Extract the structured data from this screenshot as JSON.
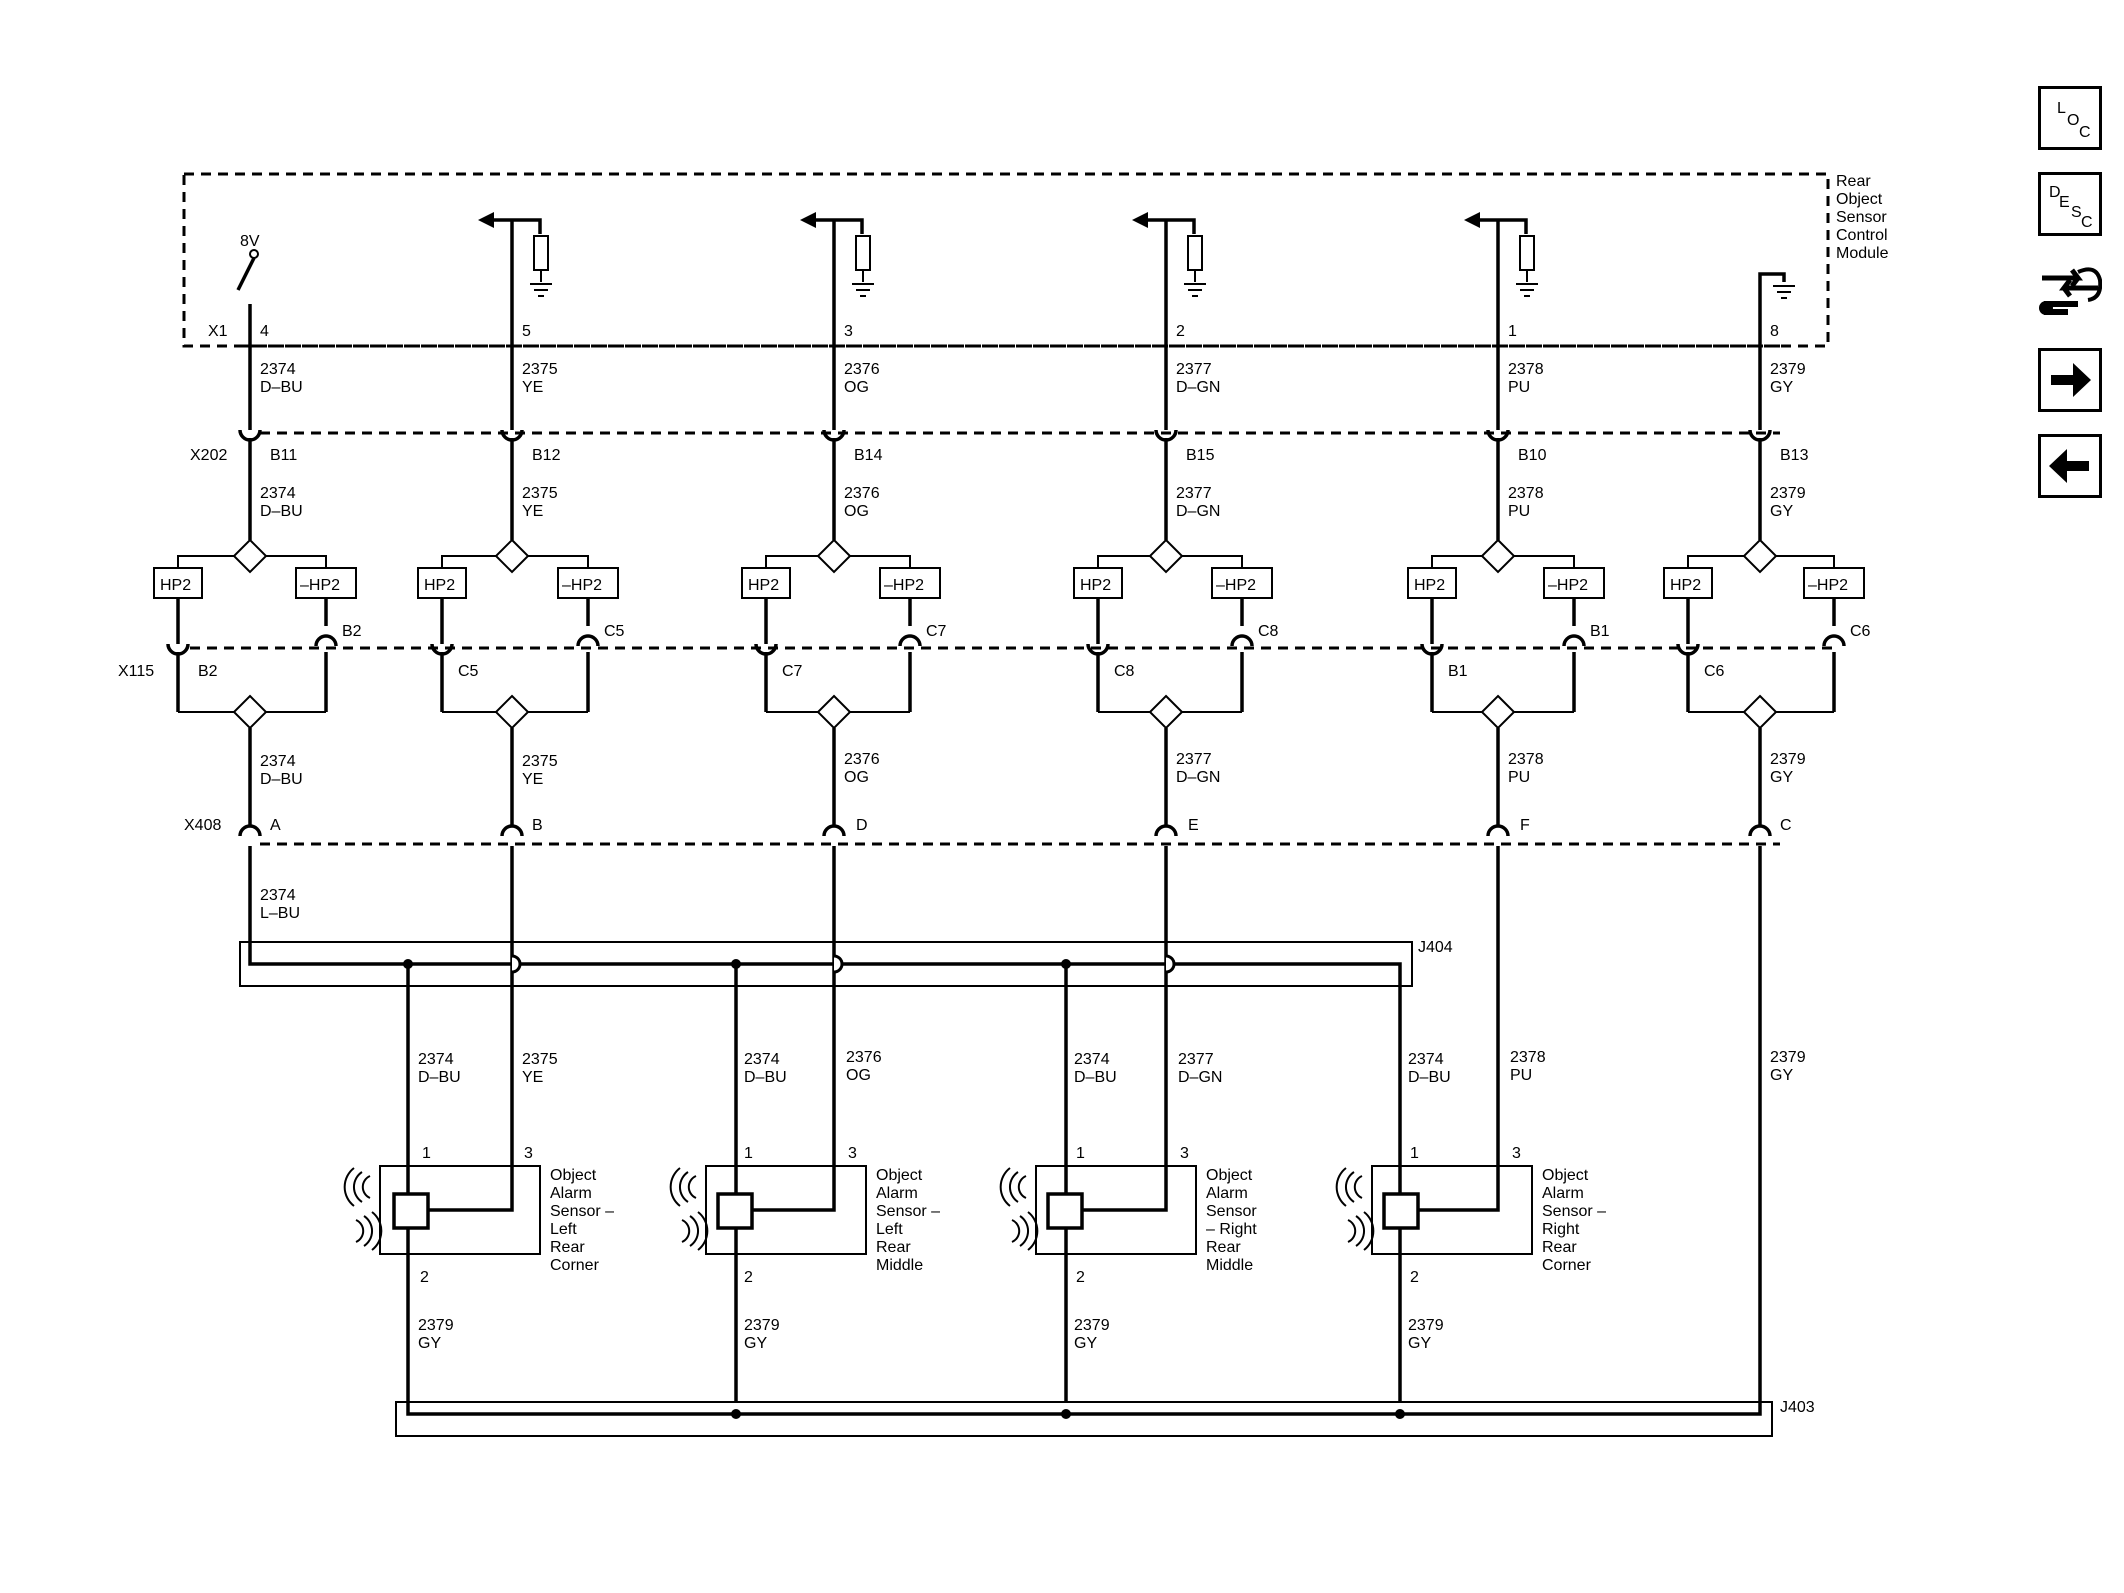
{
  "module": {
    "name_lines": [
      "Rear",
      "Object",
      "Sensor",
      "Control",
      "Module"
    ],
    "supply_label": "8V",
    "connector": "X1"
  },
  "connectors": {
    "x202": "X202",
    "x115": "X115",
    "x408": "X408",
    "j404": "J404",
    "j403": "J403"
  },
  "hp2": {
    "on": "HP2",
    "off": "–HP2"
  },
  "circuits": [
    {
      "pin_x1": "4",
      "circuit": "2374",
      "color": "D–BU",
      "color_after_x408": "L–BU",
      "x202": "B11",
      "x115_left": "B2",
      "x115_right": "B2",
      "x408": "A"
    },
    {
      "pin_x1": "5",
      "circuit": "2375",
      "color": "YE",
      "x202": "B12",
      "x115_left": "C5",
      "x115_right": "C5",
      "x408": "B"
    },
    {
      "pin_x1": "3",
      "circuit": "2376",
      "color": "OG",
      "x202": "B14",
      "x115_left": "C7",
      "x115_right": "C7",
      "x408": "D"
    },
    {
      "pin_x1": "2",
      "circuit": "2377",
      "color": "D–GN",
      "x202": "B15",
      "x115_left": "C8",
      "x115_right": "C8",
      "x408": "E"
    },
    {
      "pin_x1": "1",
      "circuit": "2378",
      "color": "PU",
      "x202": "B10",
      "x115_left": "B1",
      "x115_right": "B1",
      "x408": "F"
    },
    {
      "pin_x1": "8",
      "circuit": "2379",
      "color": "GY",
      "x202": "B13",
      "x115_left": "C6",
      "x115_right": "C6",
      "x408": "C"
    }
  ],
  "sensors": [
    {
      "name_lines": [
        "Object",
        "Alarm",
        "Sensor –",
        "Left",
        "Rear",
        "Corner"
      ],
      "pin1": "1",
      "pin2": "2",
      "pin3": "3",
      "pin1_circuit": "2374",
      "pin1_color": "D–BU",
      "pin3_circuit": "2375",
      "pin3_color": "YE",
      "pin2_circuit": "2379",
      "pin2_color": "GY"
    },
    {
      "name_lines": [
        "Object",
        "Alarm",
        "Sensor –",
        "Left",
        "Rear",
        "Middle"
      ],
      "pin1": "1",
      "pin2": "2",
      "pin3": "3",
      "pin1_circuit": "2374",
      "pin1_color": "D–BU",
      "pin3_circuit": "2376",
      "pin3_color": "OG",
      "pin2_circuit": "2379",
      "pin2_color": "GY"
    },
    {
      "name_lines": [
        "Object",
        "Alarm",
        "Sensor",
        "– Right",
        "Rear",
        "Middle"
      ],
      "pin1": "1",
      "pin2": "2",
      "pin3": "3",
      "pin1_circuit": "2374",
      "pin1_color": "D–BU",
      "pin3_circuit": "2377",
      "pin3_color": "D–GN",
      "pin2_circuit": "2379",
      "pin2_color": "GY"
    },
    {
      "name_lines": [
        "Object",
        "Alarm",
        "Sensor –",
        "Right",
        "Rear",
        "Corner"
      ],
      "pin1": "1",
      "pin2": "2",
      "pin3": "3",
      "pin1_circuit": "2374",
      "pin1_color": "D–BU",
      "pin3_circuit": "2378",
      "pin3_color": "PU",
      "pin2_circuit": "2379",
      "pin2_color": "GY"
    }
  ],
  "extra_labels": {
    "right_2378": "2378",
    "right_2378_color": "PU",
    "right_2379": "2379",
    "right_2379_color": "GY"
  },
  "sidebar": [
    {
      "name": "loc-button",
      "icon": "loc-icon",
      "letters": [
        "L",
        "O",
        "C"
      ]
    },
    {
      "name": "desc-button",
      "icon": "desc-icon",
      "letters": [
        "D",
        "E",
        "S",
        "C"
      ]
    },
    {
      "name": "connector-info-button",
      "icon": "connector-wrench-icon"
    },
    {
      "name": "next-button",
      "icon": "arrow-right-icon"
    },
    {
      "name": "back-button",
      "icon": "arrow-left-icon"
    }
  ]
}
